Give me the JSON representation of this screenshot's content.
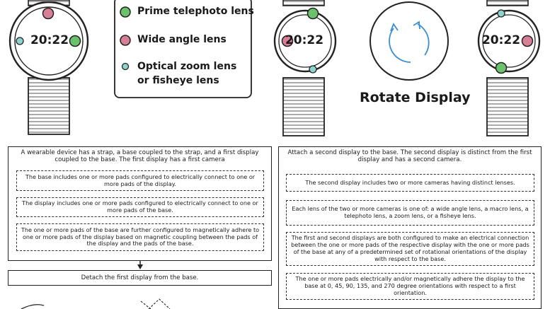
{
  "colors": {
    "green": "#6cc26c",
    "pink": "#d77f97",
    "teal": "#8fd4cc",
    "arrow_blue": "#3b8fd0",
    "ink": "#222222"
  },
  "legend": {
    "items": [
      {
        "label": "Prime telephoto lens",
        "dot": "green"
      },
      {
        "label": "Wide angle lens",
        "dot": "pink"
      },
      {
        "label_line1": "Optical zoom lens",
        "label_line2": "or fisheye lens",
        "dot": "teal"
      }
    ]
  },
  "watches": {
    "left_time": "20:22",
    "middle_time": "20:22",
    "right_time": "20:22"
  },
  "rotate_label": "Rotate Display",
  "rotate_icon": "rotate-arrows-icon",
  "flow_left": {
    "main": "A wearable device has a strap, a base coupled to the strap, and a first display coupled to the base.  The first display has a first camera",
    "sub1": "The base includes one or more pads configured to electrically connect to one or more pads of the display.",
    "sub2": "The display includes one or more pads configured to electrically connect to one or more pads of the base.",
    "sub3": "The one or more pads of the base are further configured to magnetically adhere to one or more pads of the display based on magnetic coupling between the pads of the display and the pads of the base.",
    "step2": "Detach the first display from the base."
  },
  "flow_right": {
    "main": "Attach a second display to the base.  The second display is distinct from the first display and has a second camera.",
    "sub1": "The second display includes two or more cameras having distinct lenses.",
    "sub2": "Each lens of the two or more cameras is one of: a wide angle lens, a macro lens, a telephoto lens, a zoom lens, or a fisheye lens.",
    "sub3": "The first and second displays are both configured to make an electrical connection between the one or more pads of the respective display with the one or more pads of the base at any of a predetermined set of rotational orientations of the display with respect to the base.",
    "sub4": "The one or more pads electrically and/or magnetically adhere the display to the base at 0, 45, 90, 135, and 270 degree orientations with respect to a first orientation."
  }
}
